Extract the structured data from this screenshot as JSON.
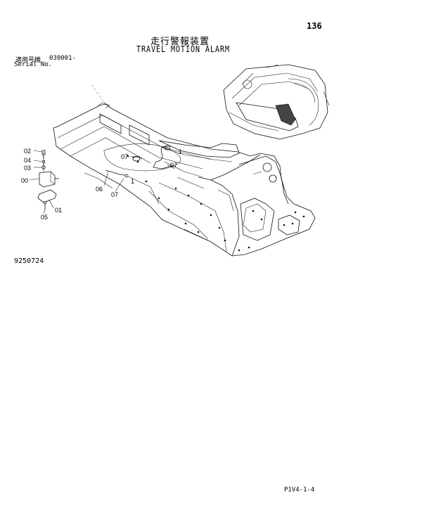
{
  "header": {
    "page_number": "136",
    "title_jp": "走行警報装置",
    "title_en": "TRAVEL MOTION ALARM"
  },
  "serial": {
    "label_jp": "適用号機",
    "range": "030001-",
    "label_en": "Serial No."
  },
  "callouts": {
    "c02": "02",
    "c04": "04",
    "c03": "03",
    "c00": "00",
    "c01": "01",
    "c05": "05",
    "c06": "06",
    "c07a": "07",
    "c07b": "07",
    "c07c": "07",
    "c1a": "1",
    "c1b": "1"
  },
  "figure_number": "9250724",
  "footer_code": "P1V4-1-4"
}
